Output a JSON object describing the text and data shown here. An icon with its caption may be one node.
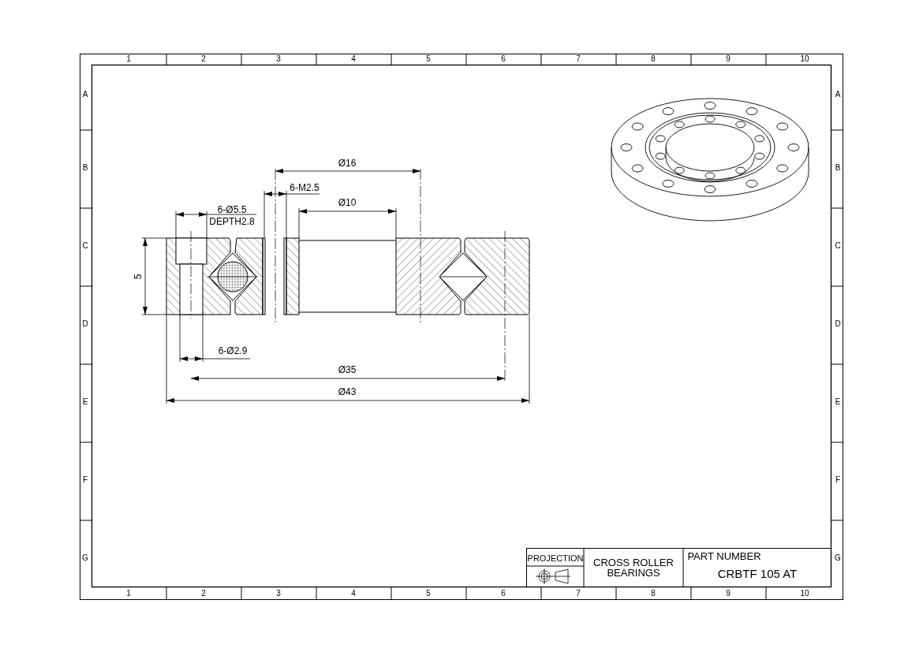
{
  "diagram": {
    "labels": [
      "1",
      "2",
      "3",
      "4",
      "5",
      "6",
      "7",
      "8",
      "9",
      "10",
      "A",
      "B",
      "C",
      "D",
      "E",
      "F",
      "G",
      "A",
      "B",
      "C",
      "D",
      "E",
      "F",
      "G",
      "Ø16",
      "6-M2.5",
      "Ø10",
      "6-Ø5.5",
      "DEPTH2.8",
      "5",
      "6-Ø2.9",
      "Ø35",
      "Ø43",
      "PROJECTION",
      "CROSS ROLLER BEARINGS",
      "PART NUMBER",
      "CRBTF 105 AT",
      "1",
      "2",
      "3",
      "4",
      "5",
      "6",
      "7",
      "8",
      "9",
      "10"
    ]
  }
}
